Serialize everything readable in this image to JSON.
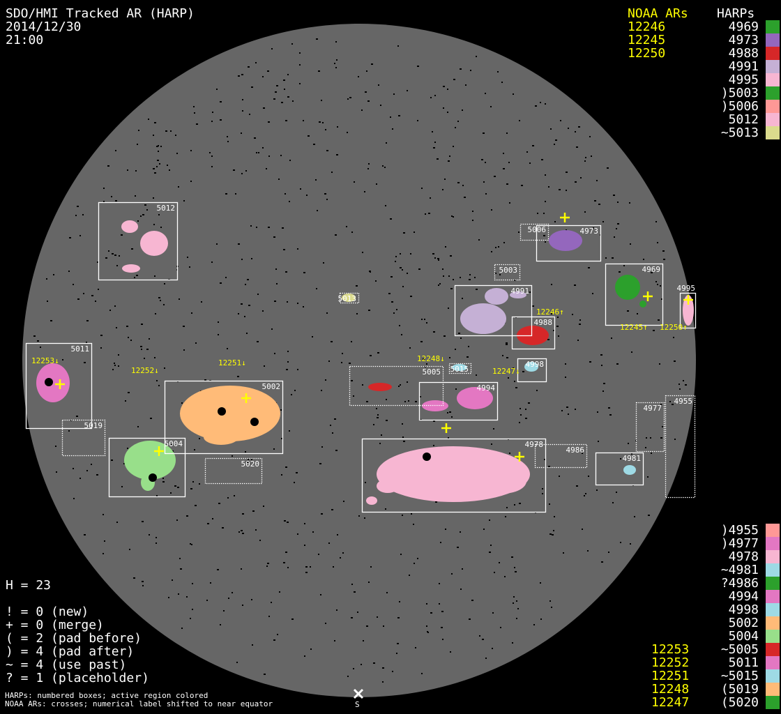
{
  "header": {
    "title": "SDO/HMI Tracked AR (HARP)",
    "date": "2014/12/30",
    "time": "21:00"
  },
  "legend_top": {
    "noaa_heading": "NOAA ARs",
    "harps_heading": "HARPs",
    "noaa": [
      "12246",
      "12245",
      "12250"
    ],
    "harps": [
      {
        "label": "4969",
        "color": "#2ca02c"
      },
      {
        "label": "4973",
        "color": "#9467bd"
      },
      {
        "label": "4988",
        "color": "#d62728"
      },
      {
        "label": "4991",
        "color": "#c5b0d5"
      },
      {
        "label": "4995",
        "color": "#f7b6d2"
      },
      {
        "label": ")5003",
        "color": "#2ca02c"
      },
      {
        "label": ")5006",
        "color": "#ff9896"
      },
      {
        "label": "5012",
        "color": "#f7b6d2"
      },
      {
        "label": "~5013",
        "color": "#dbdb8d"
      }
    ]
  },
  "legend_bottom": {
    "noaa": [
      "12253",
      "12252",
      "12251",
      "12248",
      "12247"
    ],
    "harps": [
      {
        "label": ")4955",
        "color": "#ff9896"
      },
      {
        "label": ")4977",
        "color": "#e377c2"
      },
      {
        "label": "4978",
        "color": "#f7b6d2"
      },
      {
        "label": "~4981",
        "color": "#9edae5"
      },
      {
        "label": "?4986",
        "color": "#2ca02c"
      },
      {
        "label": "4994",
        "color": "#e377c2"
      },
      {
        "label": "4998",
        "color": "#9edae5"
      },
      {
        "label": "5002",
        "color": "#ffbb78"
      },
      {
        "label": "5004",
        "color": "#98df8a"
      },
      {
        "label": "~5005",
        "color": "#d62728"
      },
      {
        "label": "5011",
        "color": "#e377c2"
      },
      {
        "label": "~5015",
        "color": "#9edae5"
      },
      {
        "label": "(5019",
        "color": "#ffbb78"
      },
      {
        "label": "(5020",
        "color": "#2ca02c"
      }
    ]
  },
  "stats": {
    "h": "H = 23",
    "lines": [
      "! = 0 (new)",
      "+ = 0 (merge)",
      "( = 2 (pad before)",
      ") = 4 (pad after)",
      "~ = 4 (use past)",
      "? = 1 (placeholder)"
    ]
  },
  "footer": {
    "line1": "HARPs: numbered boxes; active region colored",
    "line2": "NOAA ARs: crosses; numerical label shifted to near equator",
    "south_label": "S"
  },
  "disk": {
    "color": "#666666"
  },
  "harp_boxes": [
    {
      "id": "5012",
      "style": "solid"
    },
    {
      "id": "5006",
      "style": "dotted"
    },
    {
      "id": "4973",
      "style": "solid"
    },
    {
      "id": "5003",
      "style": "dotted"
    },
    {
      "id": "4969",
      "style": "solid"
    },
    {
      "id": "4995",
      "style": "solid"
    },
    {
      "id": "5013",
      "style": "dotted"
    },
    {
      "id": "4991",
      "style": "solid"
    },
    {
      "id": "4988",
      "style": "solid"
    },
    {
      "id": "5011",
      "style": "solid"
    },
    {
      "id": "5005",
      "style": "dotted"
    },
    {
      "id": "5015",
      "style": "dotted"
    },
    {
      "id": "4998",
      "style": "solid"
    },
    {
      "id": "4994",
      "style": "solid"
    },
    {
      "id": "5002",
      "style": "solid"
    },
    {
      "id": "5019",
      "style": "dotted"
    },
    {
      "id": "5004",
      "style": "solid"
    },
    {
      "id": "5020",
      "style": "dotted"
    },
    {
      "id": "4978",
      "style": "solid"
    },
    {
      "id": "4986",
      "style": "dotted"
    },
    {
      "id": "4981",
      "style": "solid"
    },
    {
      "id": "4977",
      "style": "dotted"
    },
    {
      "id": "4955",
      "style": "dotted"
    }
  ],
  "noaa_labels": [
    "12246↑",
    "12245↑",
    "12250↑",
    "12253↓",
    "12252↓",
    "12251↓",
    "12248↓",
    "12247↓"
  ]
}
